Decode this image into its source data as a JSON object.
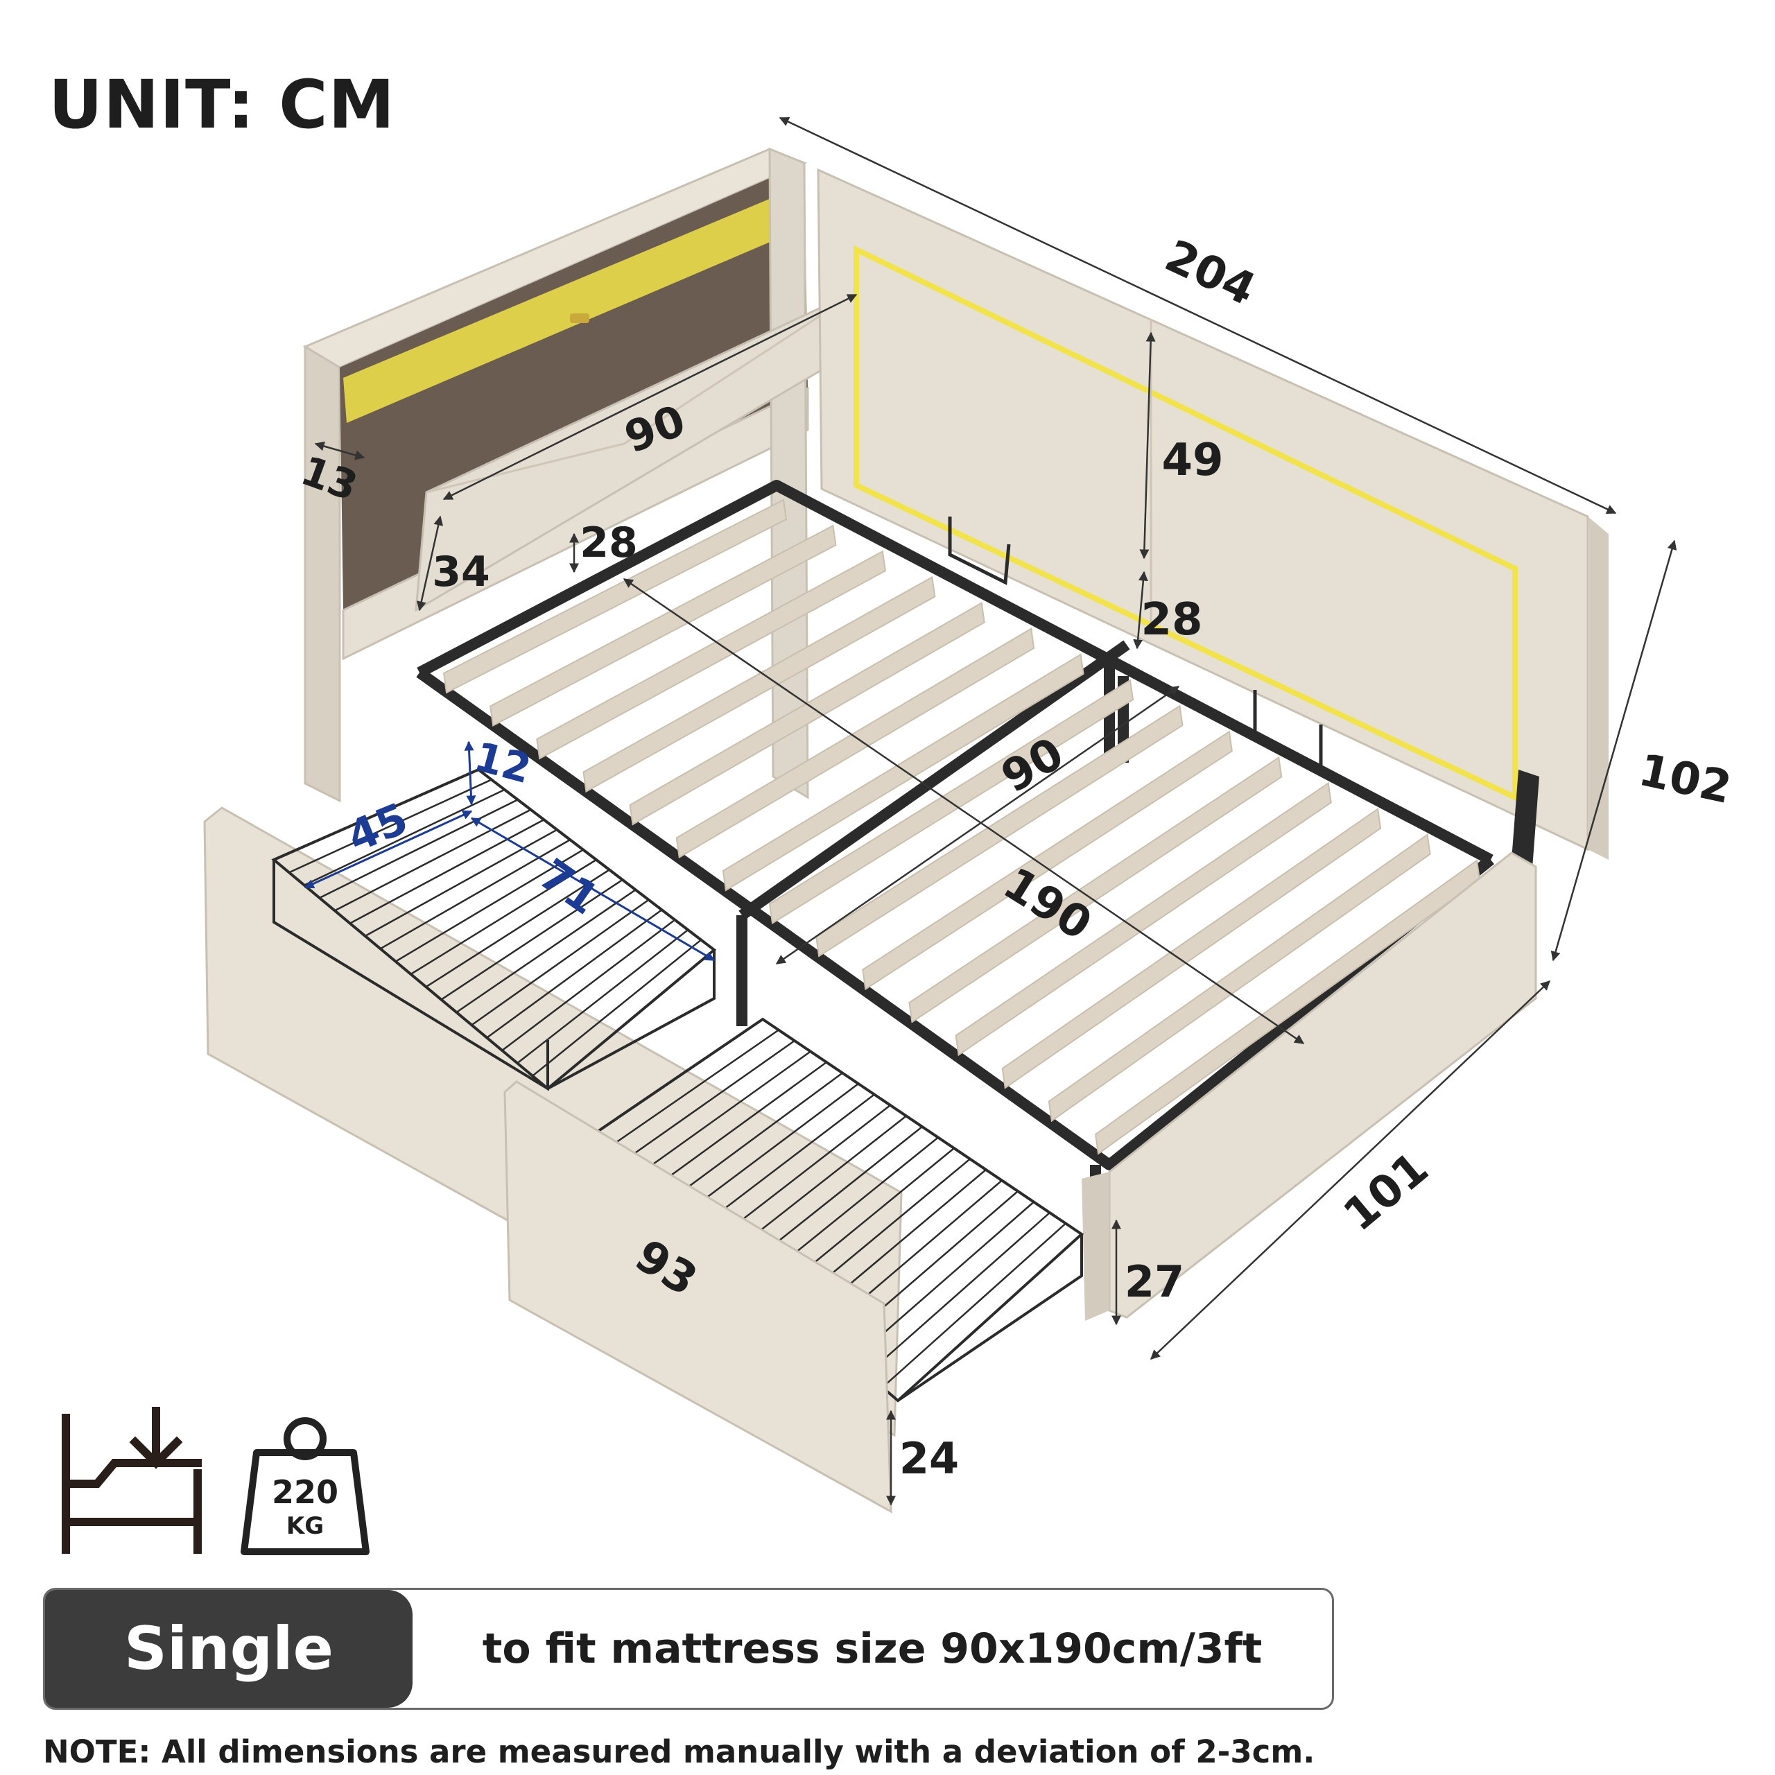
{
  "title": "UNIT: CM",
  "dimensions": {
    "overall_length": "204",
    "overall_width": "102",
    "side_depth": "101",
    "headboard_width": "90",
    "shelf_depth": "13",
    "flap_height": "34",
    "flap_clearance": "28",
    "side_panel_height": "49",
    "side_clearance": "28",
    "mattress_width": "90",
    "mattress_length": "190",
    "frame_height": "27",
    "drawer_front_width": "93",
    "drawer_front_height": "24",
    "drawer_width": "45",
    "drawer_length": "71",
    "drawer_height": "12"
  },
  "load": {
    "value": "220",
    "unit": "KG"
  },
  "icons": [
    "bed-height-icon",
    "weight-icon"
  ],
  "banner": {
    "size": "Single",
    "description": "to fit mattress size 90x190cm/3ft"
  },
  "note": "NOTE:  All dimensions are measured manually with a deviation of 2-3cm.",
  "colors": {
    "fabric": "#e6dfd3",
    "fabric_shade": "#d3cbbd",
    "slat": "#ddd4c5",
    "metal": "#2b2b2b",
    "led": "#f2e34a",
    "drawer_dim": "#1c3b94",
    "banner_dark": "#3c3c3c"
  }
}
